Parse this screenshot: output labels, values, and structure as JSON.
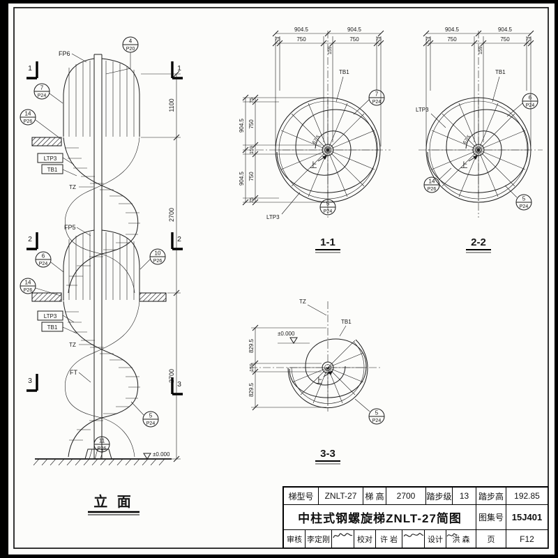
{
  "elevation": {
    "title": "立 面",
    "fp6": "FP6",
    "fp5": "FP5",
    "ft": "FT",
    "tz": "TZ",
    "ltp3": "LTP3",
    "tb1": "TB1",
    "level": "±0.000",
    "dim_rail": "1100",
    "dim_story_upper": "2700",
    "dim_story_lower": "2700",
    "marker1": "1",
    "marker2": "2",
    "marker3": "3",
    "bubbles": {
      "b4": {
        "n": "4",
        "p": "P20"
      },
      "b7": {
        "n": "7",
        "p": "P24"
      },
      "b14a": {
        "n": "14",
        "p": "P26"
      },
      "b6": {
        "n": "6",
        "p": "P24"
      },
      "b10": {
        "n": "10",
        "p": "P26"
      },
      "b14b": {
        "n": "14",
        "p": "P26"
      },
      "b5": {
        "n": "5",
        "p": "P24"
      },
      "b11": {
        "n": "11",
        "p": "P26"
      }
    }
  },
  "plan11": {
    "title": "1-1",
    "up": "上",
    "angle": "67.5",
    "tb1": "TB1",
    "ltp3": "LTP3",
    "dims_overall": [
      "904.5",
      "904.5"
    ],
    "dims_sub": [
      "75",
      "750",
      "159",
      "750",
      "75"
    ],
    "bubbles": {
      "b7": {
        "n": "7",
        "p": "P24"
      },
      "b5": {
        "n": "5",
        "p": "P24"
      }
    }
  },
  "plan22": {
    "title": "2-2",
    "up": "上",
    "angle": "67.5",
    "tb1": "TB1",
    "ltp3": "LTP3",
    "dims_overall": [
      "904.5",
      "904.5"
    ],
    "dims_sub": [
      "75",
      "750",
      "159",
      "750",
      "75"
    ],
    "bubbles": {
      "b6": {
        "n": "6",
        "p": "P24"
      },
      "b14": {
        "n": "14",
        "p": "P26"
      },
      "b5": {
        "n": "5",
        "p": "P24"
      }
    }
  },
  "plan33": {
    "title": "3-3",
    "up": "上",
    "level": "±0.000",
    "tz": "TZ",
    "tb1": "TB1",
    "dims": [
      "829.5",
      "159",
      "829.5"
    ],
    "bubbles": {
      "b5": {
        "n": "5",
        "p": "P24"
      }
    }
  },
  "titleblock": {
    "model_label": "梯型号",
    "model_value": "ZNLT-27",
    "height_label": "梯 高",
    "height_value": "2700",
    "steps_label": "踏步级",
    "steps_value": "13",
    "riser_label": "踏步高",
    "riser_value": "192.85",
    "drawing_title": "中柱式钢螺旋梯ZNLT-27简图",
    "atlas_label": "图集号",
    "atlas_value": "15J401",
    "page_label": "页",
    "page_value": "F12",
    "reviewer_label": "审核",
    "reviewer_name": "李定刚",
    "proofer_label": "校对",
    "proofer_name": "许 岩",
    "designer_label": "设计",
    "designer_name": "洪 森"
  }
}
